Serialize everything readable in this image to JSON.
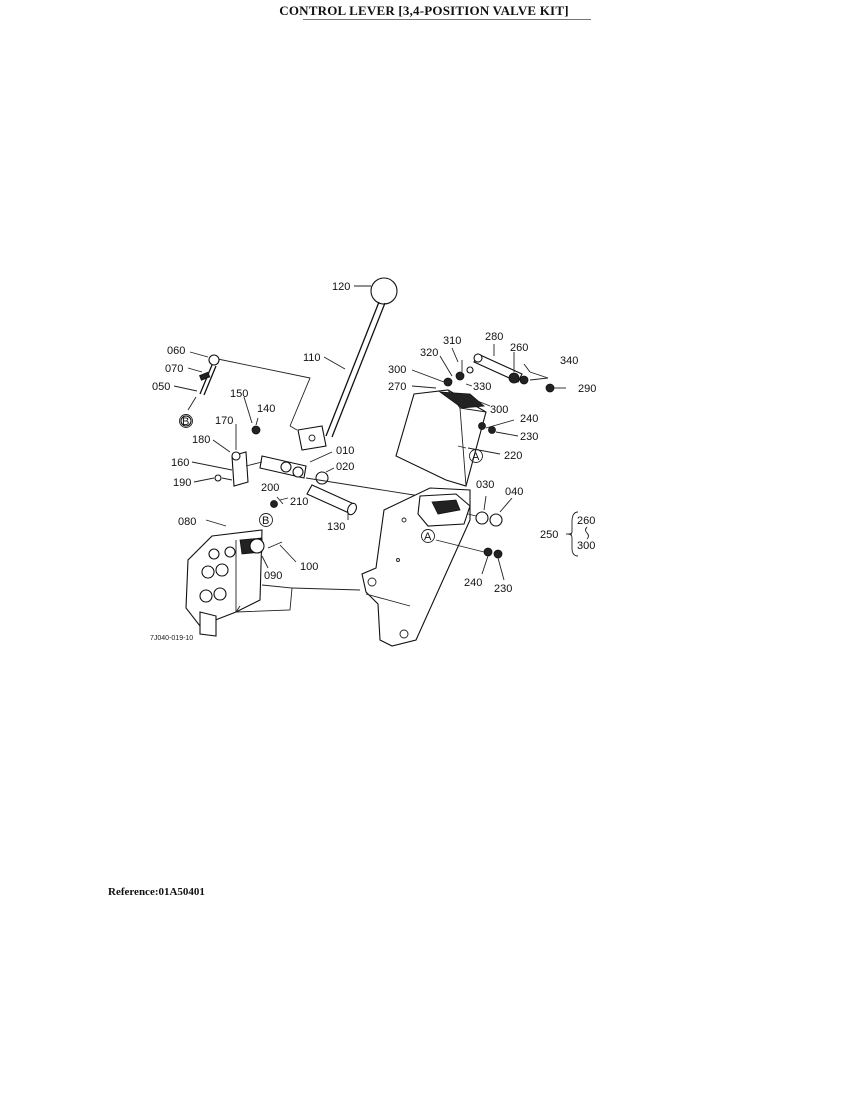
{
  "page": {
    "title": "CONTROL LEVER [3,4-POSITION VALVE KIT]",
    "reference": "Reference:01A50401"
  },
  "diagram": {
    "drawing_code": "7J040-019-10",
    "callouts": [
      {
        "id": "c120",
        "label": "120"
      },
      {
        "id": "c110",
        "label": "110"
      },
      {
        "id": "c060",
        "label": "060"
      },
      {
        "id": "c070",
        "label": "070"
      },
      {
        "id": "c050",
        "label": "050"
      },
      {
        "id": "c150",
        "label": "150"
      },
      {
        "id": "c140",
        "label": "140"
      },
      {
        "id": "c170",
        "label": "170"
      },
      {
        "id": "c180",
        "label": "180"
      },
      {
        "id": "c160",
        "label": "160"
      },
      {
        "id": "c190",
        "label": "190"
      },
      {
        "id": "c010",
        "label": "010"
      },
      {
        "id": "c020",
        "label": "020"
      },
      {
        "id": "c200",
        "label": "200"
      },
      {
        "id": "c210",
        "label": "210"
      },
      {
        "id": "c130",
        "label": "130"
      },
      {
        "id": "c080",
        "label": "080"
      },
      {
        "id": "c090",
        "label": "090"
      },
      {
        "id": "c100",
        "label": "100"
      },
      {
        "id": "c310",
        "label": "310"
      },
      {
        "id": "c280",
        "label": "280"
      },
      {
        "id": "c320",
        "label": "320"
      },
      {
        "id": "c260",
        "label": "260"
      },
      {
        "id": "c340",
        "label": "340"
      },
      {
        "id": "c300a",
        "label": "300"
      },
      {
        "id": "c330",
        "label": "330"
      },
      {
        "id": "c270",
        "label": "270"
      },
      {
        "id": "c290",
        "label": "290"
      },
      {
        "id": "c300b",
        "label": "300"
      },
      {
        "id": "c240a",
        "label": "240"
      },
      {
        "id": "c230a",
        "label": "230"
      },
      {
        "id": "c220",
        "label": "220"
      },
      {
        "id": "c030",
        "label": "030"
      },
      {
        "id": "c040",
        "label": "040"
      },
      {
        "id": "c250",
        "label": "250"
      },
      {
        "id": "c250_from",
        "label": "260"
      },
      {
        "id": "c250_to",
        "label": "300"
      },
      {
        "id": "c240b",
        "label": "240"
      },
      {
        "id": "c230b",
        "label": "230"
      }
    ],
    "markers": [
      {
        "id": "mB1",
        "label": "B"
      },
      {
        "id": "mB2",
        "label": "B"
      },
      {
        "id": "mA1",
        "label": "A"
      },
      {
        "id": "mA2",
        "label": "A"
      }
    ]
  }
}
